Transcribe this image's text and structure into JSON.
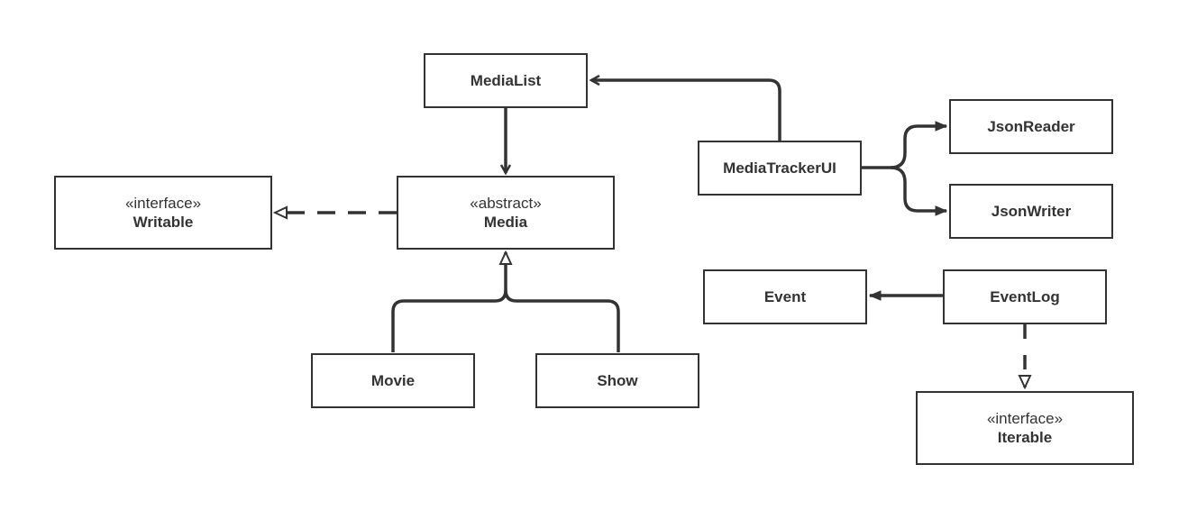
{
  "diagram": {
    "colors": {
      "stroke": "#333333",
      "background": "#ffffff",
      "text": "#333333"
    },
    "classes": {
      "medialist": {
        "name": "MediaList"
      },
      "media": {
        "stereotype": "«abstract»",
        "name": "Media"
      },
      "writable": {
        "stereotype": "«interface»",
        "name": "Writable"
      },
      "movie": {
        "name": "Movie"
      },
      "show": {
        "name": "Show"
      },
      "mediatrackerui": {
        "name": "MediaTrackerUI"
      },
      "jsonreader": {
        "name": "JsonReader"
      },
      "jsonwriter": {
        "name": "JsonWriter"
      },
      "event": {
        "name": "Event"
      },
      "eventlog": {
        "name": "EventLog"
      },
      "iterable": {
        "stereotype": "«interface»",
        "name": "Iterable"
      }
    },
    "relationships": [
      {
        "from": "MediaTrackerUI",
        "to": "MediaList",
        "kind": "association"
      },
      {
        "from": "MediaList",
        "to": "Media",
        "kind": "association"
      },
      {
        "from": "Media",
        "to": "Writable",
        "kind": "realization"
      },
      {
        "from": "Movie",
        "to": "Media",
        "kind": "generalization"
      },
      {
        "from": "Show",
        "to": "Media",
        "kind": "generalization"
      },
      {
        "from": "MediaTrackerUI",
        "to": "JsonReader",
        "kind": "association"
      },
      {
        "from": "MediaTrackerUI",
        "to": "JsonWriter",
        "kind": "association"
      },
      {
        "from": "EventLog",
        "to": "Event",
        "kind": "association"
      },
      {
        "from": "EventLog",
        "to": "Iterable",
        "kind": "realization"
      }
    ]
  }
}
